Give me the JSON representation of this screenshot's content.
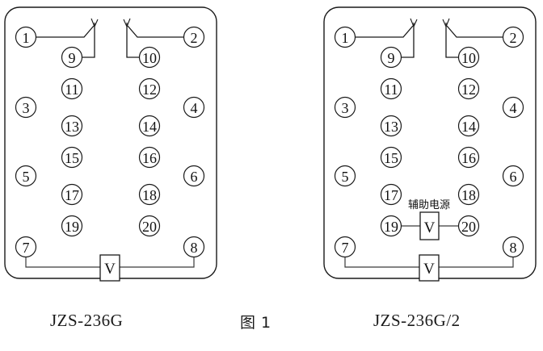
{
  "figure": {
    "caption_left": "JZS-236G",
    "caption_center": "图 1",
    "caption_right": "JZS-236G/2"
  },
  "colors": {
    "line": "#1a1a1a",
    "wire": "#3a3a3a",
    "text": "#111111",
    "background": "#ffffff"
  },
  "panels": [
    {
      "id": "left",
      "title": "JZS-236G",
      "terminals": {
        "left_column": [
          "1",
          "3",
          "5",
          "7"
        ],
        "inner_left_column": [
          "9",
          "11",
          "13",
          "15",
          "17",
          "19"
        ],
        "inner_right_column": [
          "10",
          "12",
          "14",
          "16",
          "18",
          "20"
        ],
        "right_column": [
          "2",
          "4",
          "6",
          "8"
        ]
      },
      "components": [
        {
          "name": "coil-box-bottom",
          "label": "V",
          "between": [
            "7",
            "8"
          ]
        }
      ],
      "contacts": [
        {
          "name": "changeover-contact-left",
          "common": "1",
          "normally_closed": "9"
        },
        {
          "name": "changeover-contact-right",
          "common": "2",
          "normally_closed": "10"
        }
      ],
      "annotations": []
    },
    {
      "id": "right",
      "title": "JZS-236G/2",
      "terminals": {
        "left_column": [
          "1",
          "3",
          "5",
          "7"
        ],
        "inner_left_column": [
          "9",
          "11",
          "13",
          "15",
          "17",
          "19"
        ],
        "inner_right_column": [
          "10",
          "12",
          "14",
          "16",
          "18",
          "20"
        ],
        "right_column": [
          "2",
          "4",
          "6",
          "8"
        ]
      },
      "components": [
        {
          "name": "coil-box-auxiliary",
          "label": "V",
          "between": [
            "19",
            "20"
          ]
        },
        {
          "name": "coil-box-bottom",
          "label": "V",
          "between": [
            "7",
            "8"
          ]
        }
      ],
      "contacts": [
        {
          "name": "changeover-contact-left",
          "common": "1",
          "normally_closed": "9"
        },
        {
          "name": "changeover-contact-right",
          "common": "2",
          "normally_closed": "10"
        }
      ],
      "annotations": [
        {
          "name": "auxiliary-power-label",
          "text": "辅助电源"
        }
      ]
    }
  ],
  "labels": {
    "coil_v": "V",
    "auxiliary_power": "辅助电源"
  }
}
